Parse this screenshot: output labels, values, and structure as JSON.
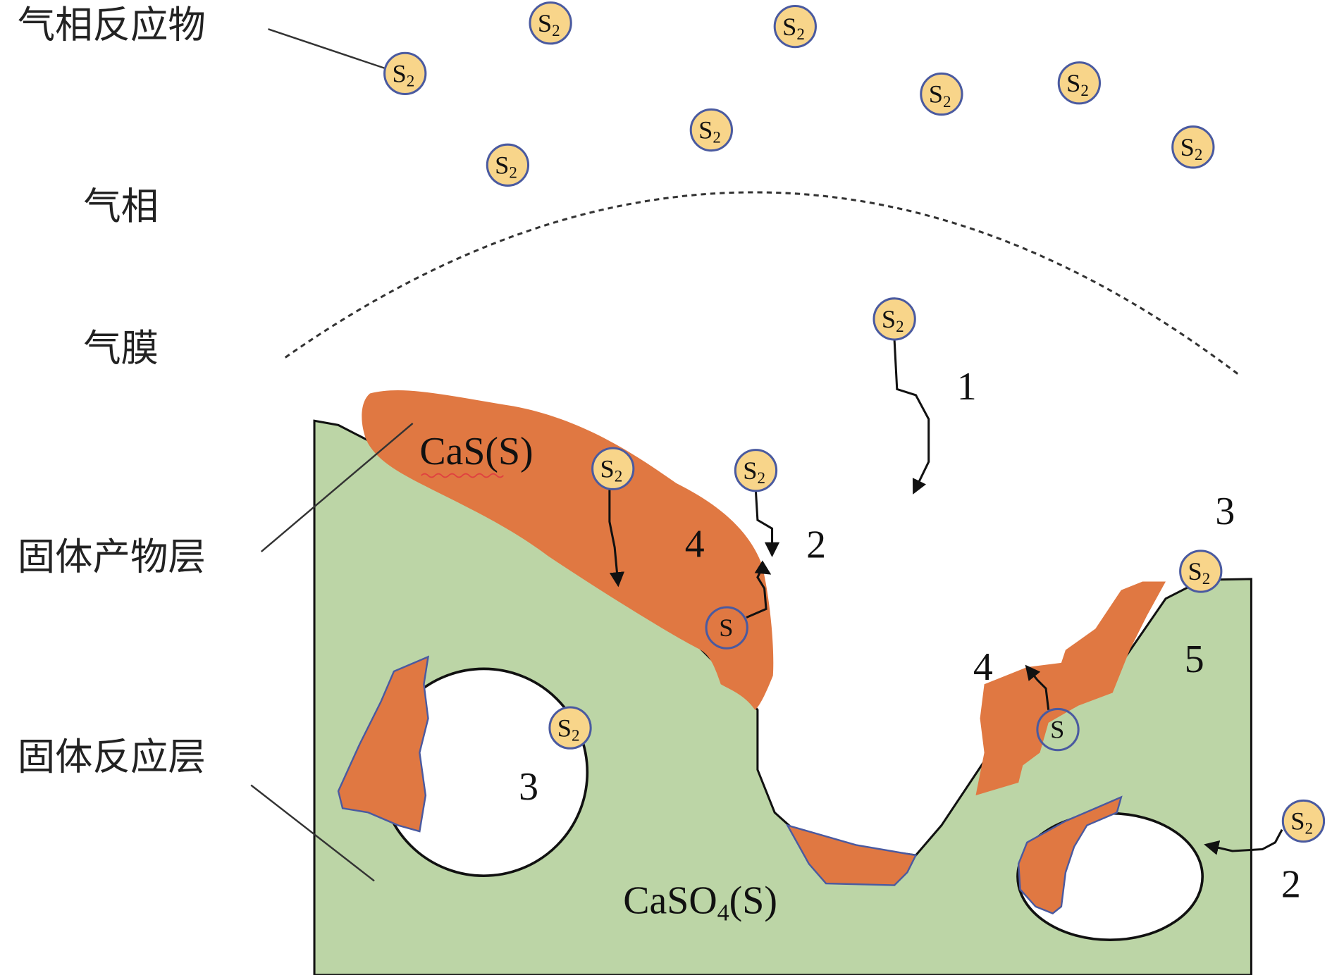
{
  "labels": {
    "gas_reactant": "气相反应物",
    "gas_phase": "气相",
    "gas_film": "气膜",
    "solid_product_layer": "固体产物层",
    "solid_reactant_layer": "固体反应层"
  },
  "species": {
    "cas": "CaS(S)",
    "caso4": {
      "main": "CaSO",
      "sub": "4",
      "suffix": "(S)"
    },
    "s2": {
      "symbol": "S",
      "sub": "2"
    },
    "s": {
      "symbol": "S"
    }
  },
  "step_numbers": {
    "step1": "1",
    "step2_surface": "2",
    "step3_right": "3",
    "step4_left": "4",
    "step3_pore": "3",
    "step4_right": "4",
    "step5": "5",
    "step2_pore": "2"
  },
  "colors": {
    "solid_reactant": "#bcd5a6",
    "solid_product": "#e07842",
    "molecule_fill": "#f8d58a",
    "molecule_stroke": "#4a5aa0"
  }
}
